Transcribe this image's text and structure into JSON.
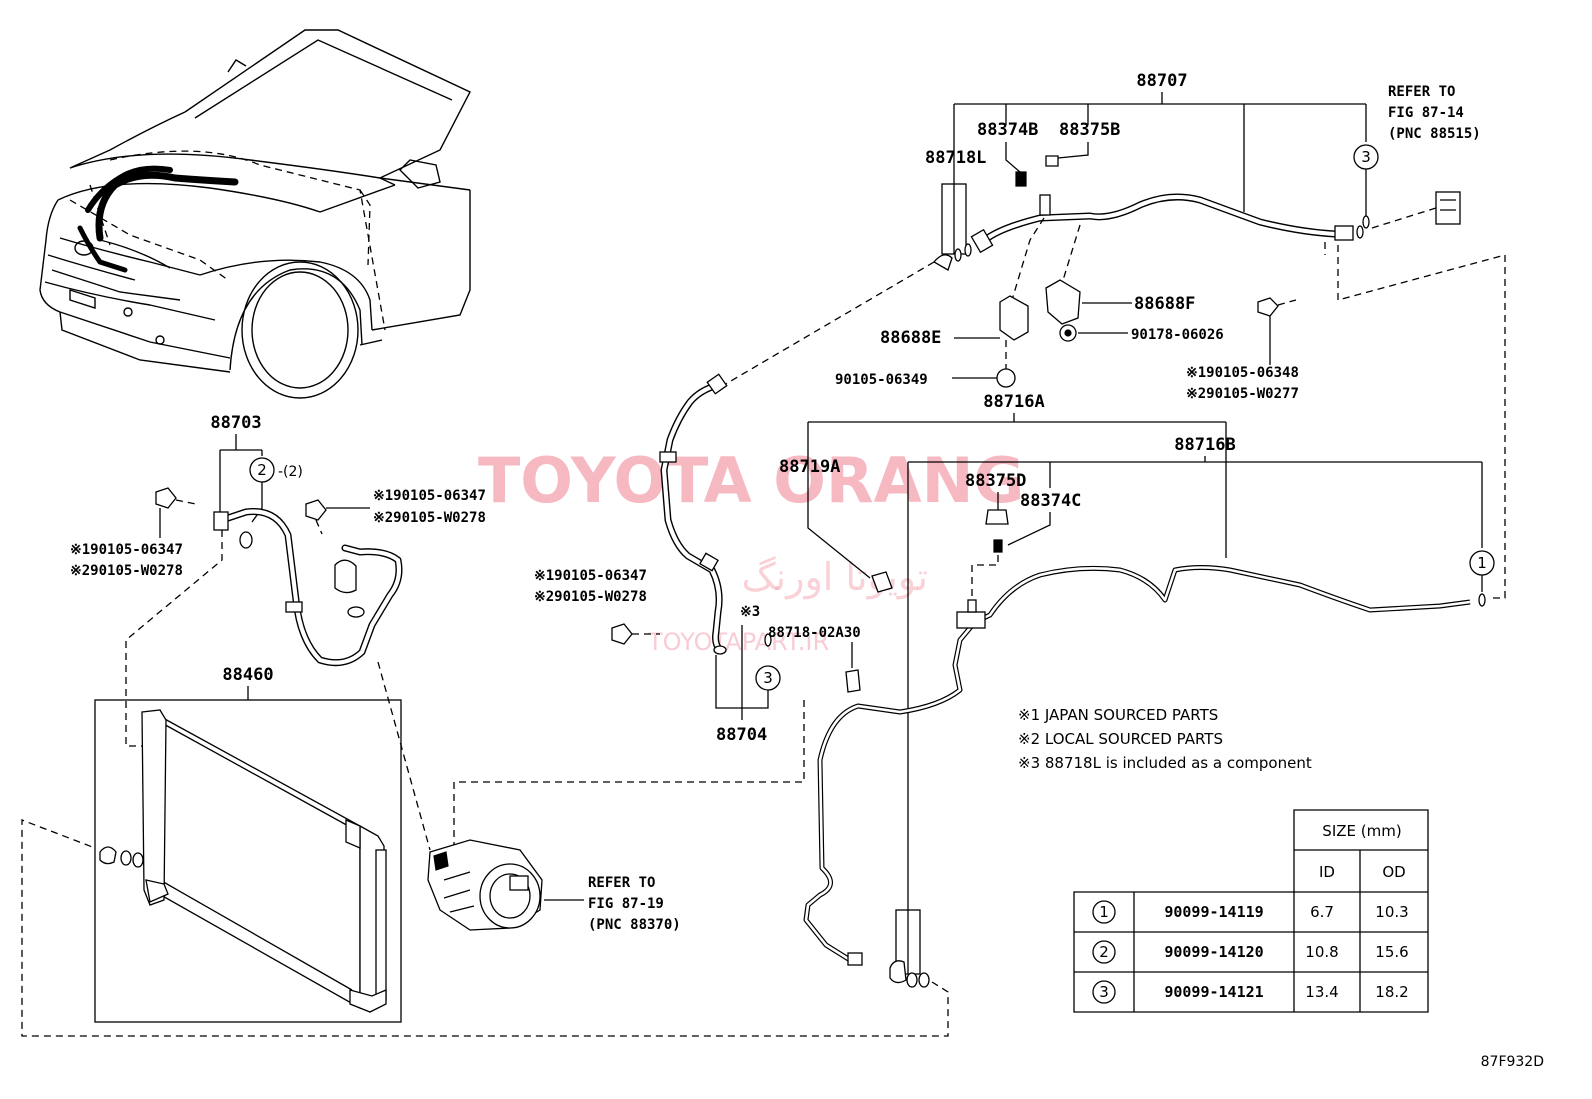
{
  "watermark": {
    "brand": "TOYOTA ORANG",
    "brand_fa": "تویوتا اورنگ",
    "site": "TOYOTAPART.IR"
  },
  "figure_code": "87F932D",
  "labels": {
    "p88707": "88707",
    "p88374B": "88374B",
    "p88375B": "88375B",
    "p88718L": "88718L",
    "p88688F": "88688F",
    "p88688E": "88688E",
    "p90178_06026": "90178-06026",
    "p90105_06349": "90105-06349",
    "p88716A": "88716A",
    "p88716B": "88716B",
    "p88719A": "88719A",
    "p88375D": "88375D",
    "p88374C": "88374C",
    "p88703": "88703",
    "p88460": "88460",
    "p88704": "88704",
    "p88718_02A30": "88718-02A30",
    "circle2_qty": "-(2)",
    "x3_mark": "※3"
  },
  "bolt_refs": {
    "right_upper_1": "※190105-06348",
    "right_upper_2": "※290105-W0277",
    "left_a_1": "※190105-06347",
    "left_a_2": "※290105-W0278",
    "left_b_1": "※190105-06347",
    "left_b_2": "※290105-W0278",
    "mid_1": "※190105-06347",
    "mid_2": "※290105-W0278"
  },
  "refers": {
    "top": [
      "REFER TO",
      "FIG 87-14",
      "(PNC 88515)"
    ],
    "compressor": [
      "REFER TO",
      "FIG 87-19",
      "(PNC 88370)"
    ]
  },
  "notes": [
    "※1 JAPAN SOURCED PARTS",
    "※2 LOCAL SOURCED PARTS",
    "※3 88718L is included as a component"
  ],
  "size_table": {
    "title": "SIZE (mm)",
    "col_id": "ID",
    "col_od": "OD",
    "rows": [
      {
        "mark": "1",
        "part": "90099-14119",
        "id": "6.7",
        "od": "10.3"
      },
      {
        "mark": "2",
        "part": "90099-14120",
        "id": "10.8",
        "od": "15.6"
      },
      {
        "mark": "3",
        "part": "90099-14121",
        "id": "13.4",
        "od": "18.2"
      }
    ]
  },
  "circle_marks": {
    "c1": "1",
    "c2": "2",
    "c3": "3"
  }
}
